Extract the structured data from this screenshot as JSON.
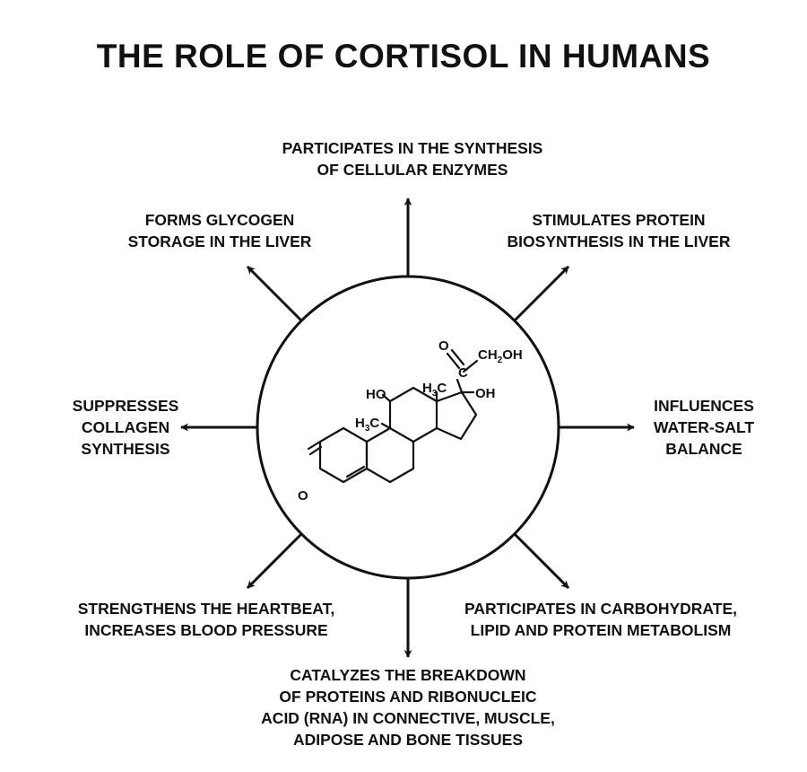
{
  "title": "THE ROLE OF CORTISOL IN HUMANS",
  "roles": {
    "top": "PARTICIPATES IN THE SYNTHESIS\nOF CELLULAR ENZYMES",
    "upper_left": "FORMS GLYCOGEN\nSTORAGE IN THE LIVER",
    "upper_right": "STIMULATES PROTEIN\nBIOSYNTHESIS IN THE LIVER",
    "left": "SUPPRESSES\nCOLLAGEN\nSYNTHESIS",
    "right": "INFLUENCES\nWATER-SALT\nBALANCE",
    "lower_left": "STRENGTHENS THE HEARTBEAT,\nINCREASES BLOOD PRESSURE",
    "lower_right": "PARTICIPATES IN CARBOHYDRATE,\nLIPID AND PROTEIN METABOLISM",
    "bottom": "CATALYZES THE BREAKDOWN\nOF PROTEINS AND RIBONUCLEIC\nACID (RNA) IN CONNECTIVE, MUSCLE,\nADIPOSE AND BONE TISSUES"
  },
  "molecule": {
    "keto_o": "O",
    "side_o": "O",
    "ch2oh_main": "CH",
    "ch2oh_sub": "2",
    "ch2oh_end": "OH",
    "oh_17": "OH",
    "ho_11": "HO",
    "methyl_c13_h": "H",
    "methyl_c13_sub": "3",
    "methyl_c13_c": "C",
    "methyl_c10_h": "H",
    "methyl_c10_sub": "3",
    "methyl_c10_c": "C",
    "carbonyl_c": "C"
  },
  "colors": {
    "ink": "#111111",
    "background": "#ffffff"
  }
}
